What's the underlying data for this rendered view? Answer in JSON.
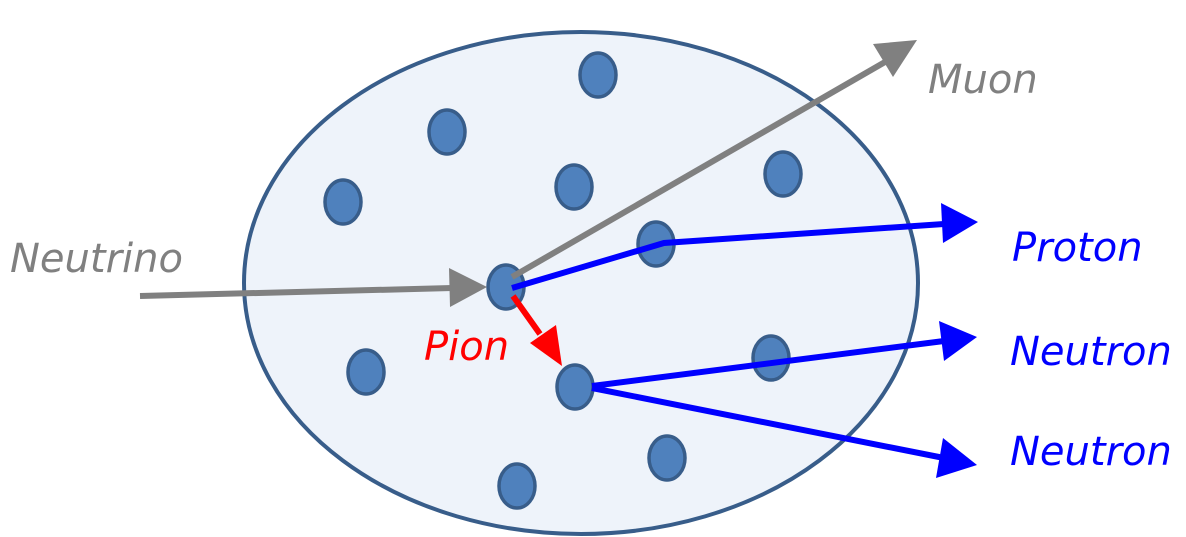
{
  "labels": {
    "neutrino": "Neutrino",
    "muon": "Muon",
    "proton": "Proton",
    "pion": "Pion",
    "neutron_upper": "Neutron",
    "neutron_lower": "Neutron"
  },
  "colors": {
    "nucleus_fill": "#eef3fa",
    "nucleus_stroke": "#385d8a",
    "nucleon_fill": "#4f81bd",
    "nucleon_stroke": "#385d8a",
    "neutrino": "#808080",
    "muon": "#808080",
    "proton": "#0000ff",
    "neutron": "#0000ff",
    "pion": "#ff0000"
  }
}
